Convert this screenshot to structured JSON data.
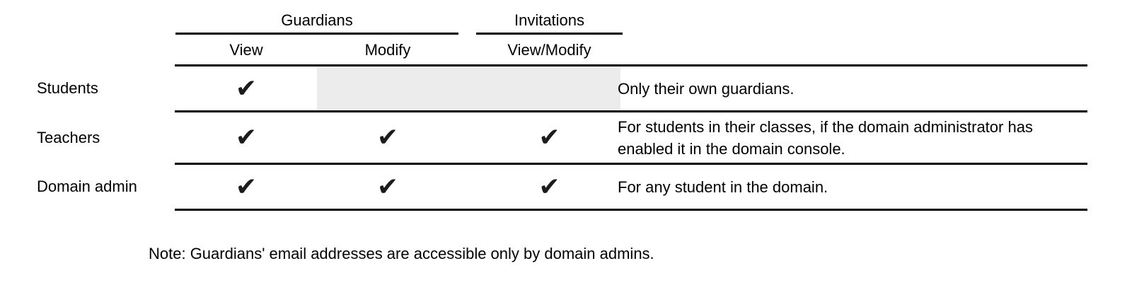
{
  "colors": {
    "background": "#ffffff",
    "rule": "#000000",
    "text": "#000000",
    "disabled_cell_bg": "#ececec",
    "check": "#1c1c1c"
  },
  "table": {
    "groups": [
      {
        "label": "Guardians"
      },
      {
        "label": "Invitations"
      }
    ],
    "sub_headers": {
      "view": "View",
      "modify": "Modify",
      "view_modify": "View/Modify"
    },
    "rows": [
      {
        "label": "Students",
        "view": "✔",
        "modify": "",
        "invitations": "",
        "note": "Only their own guardians."
      },
      {
        "label": "Teachers",
        "view": "✔",
        "modify": "✔",
        "invitations": "✔",
        "note": "For students in their classes, if the domain administrator has enabled it in the domain console."
      },
      {
        "label": "Domain admin",
        "view": "✔",
        "modify": "✔",
        "invitations": "✔",
        "note": "For any student in the domain."
      }
    ]
  },
  "footnote": "Note: Guardians' email addresses are accessible only by domain admins."
}
